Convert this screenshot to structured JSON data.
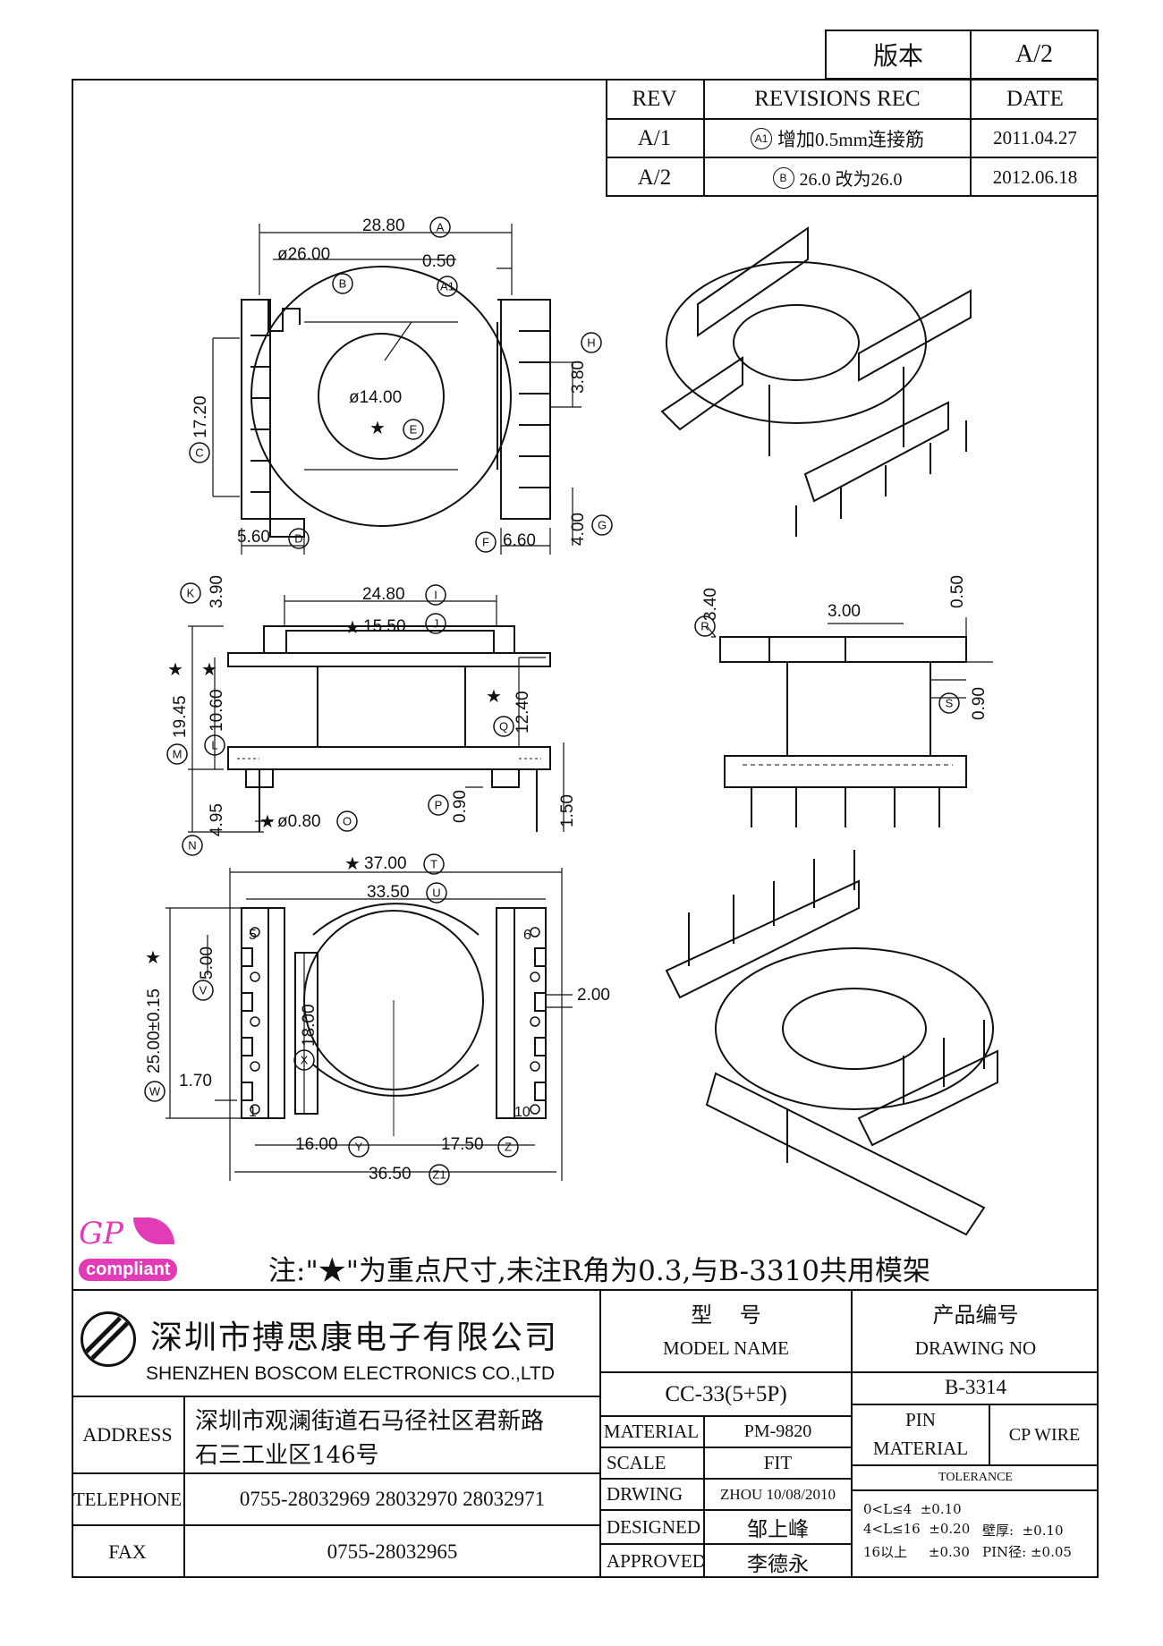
{
  "revision_block": {
    "version_label": "版本",
    "version_value": "A/2",
    "rev_header": "REV",
    "rec_header": "REVISIONS REC",
    "date_header": "DATE",
    "rows": [
      {
        "rev": "A/1",
        "mark": "A1",
        "text": "增加0.5mm连接筋",
        "date": "2011.04.27"
      },
      {
        "rev": "A/2",
        "mark": "B",
        "text": "26.0 改为26.0",
        "date": "2012.06.18"
      }
    ]
  },
  "dimensions": {
    "top_view": {
      "d288": "28.80",
      "d2600": "ø26.00",
      "d050a": "0.50",
      "d1400": "ø14.00",
      "d1720": "17.20",
      "d380": "3.80",
      "d560": "5.60",
      "d660": "6.60",
      "d400": "4.00"
    },
    "front_view": {
      "d390": "3.90",
      "d2480": "24.80",
      "d1550": "15.50",
      "d1945": "19.45",
      "d1060": "10.60",
      "d1240": "12.40",
      "d495": "4.95",
      "d080": "ø0.80",
      "d090": "0.90",
      "d150": "1.50"
    },
    "side_view": {
      "d340": "3.40",
      "d300": "3.00",
      "d050": "0.50",
      "d090": "0.90"
    },
    "bottom_view": {
      "d3700": "37.00",
      "d3350": "33.50",
      "d500": "5.00",
      "d2500": "25.00±0.15",
      "d1800": "18.00",
      "d200": "2.00",
      "d170": "1.70",
      "d1600": "16.00",
      "d1750": "17.50",
      "d3650": "36.50",
      "pin5": "5",
      "pin6": "6",
      "pin1": "1",
      "pin10": "10"
    }
  },
  "note": "注:\"★\"为重点尺寸,未注R角为0.3,与B-3310共用模架",
  "logo": {
    "gp": "GP",
    "compliant": "compliant"
  },
  "title_block": {
    "company_cn": "深圳市搏思康电子有限公司",
    "company_en": "SHENZHEN BOSCOM ELECTRONICS CO.,LTD",
    "address_label": "ADDRESS",
    "address_line1": "深圳市观澜街道石马径社区君新路",
    "address_line2": "石三工业区146号",
    "telephone_label": "TELEPHONE",
    "telephone_value": "0755-28032969 28032970 28032971",
    "fax_label": "FAX",
    "fax_value": "0755-28032965",
    "model_label_cn": "型    号",
    "model_label_en": "MODEL NAME",
    "model_value": "CC-33(5+5P)",
    "drawing_label_cn": "产品编号",
    "drawing_label_en": "DRAWING NO",
    "drawing_value": "B-3314",
    "material_label": "MATERIAL",
    "material_value": "PM-9820",
    "scale_label": "SCALE",
    "scale_value": "FIT",
    "drwing_label": "DRWING",
    "drwing_value": "ZHOU 10/08/2010",
    "designed_label": "DESIGNED",
    "designed_value": "邹上峰",
    "approved_label": "APPROVED",
    "approved_value": "李德永",
    "pin_material_label1": "PIN",
    "pin_material_label2": "MATERIAL",
    "pin_material_value": "CP WIRE",
    "tolerance_label": "TOLERANCE",
    "tol_row1": "0<L≤4  ±0.10",
    "tol_row2": "4<L≤16  ±0.20",
    "tol_row3": "16以上     ±0.30",
    "wall_label": "壁厚:  ±0.10",
    "pin_dia_label": "PIN径: ±0.05"
  }
}
